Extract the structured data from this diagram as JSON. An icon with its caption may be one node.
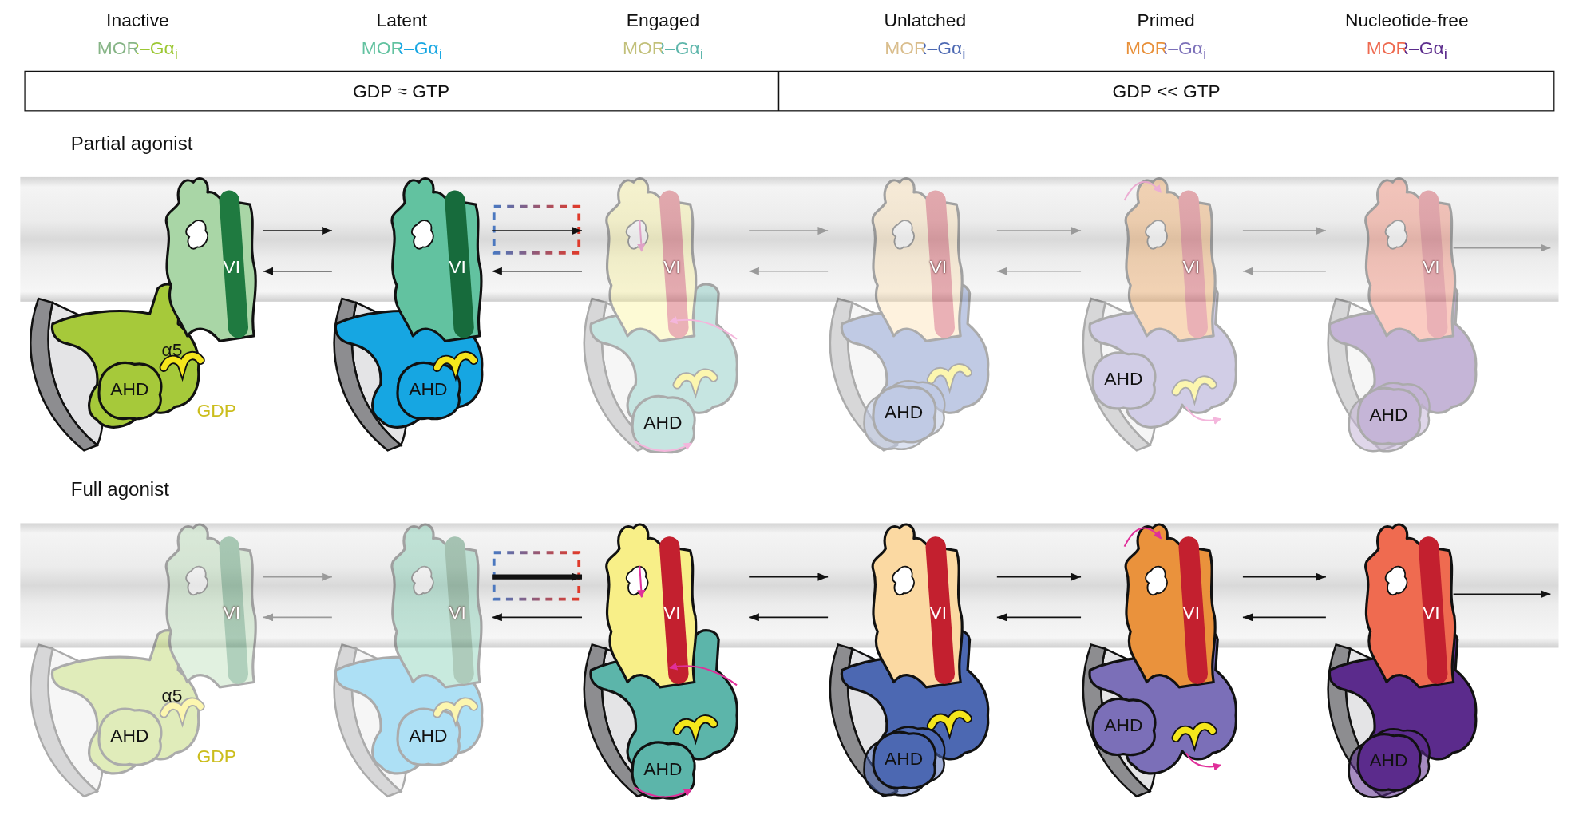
{
  "diagram": {
    "nodes": [
      {
        "text": [
          "GDP ≈ GTP"
        ]
      },
      {
        "text": [
          "GDP << GTP"
        ]
      },
      {
        "text": [
          "VI",
          "α5",
          "AHD",
          "GDP"
        ]
      },
      {
        "text": [
          "VI",
          "AHD"
        ]
      },
      {
        "text": [
          "VI",
          "AHD"
        ]
      },
      {
        "text": [
          "VI",
          "AHD"
        ]
      },
      {
        "text": [
          "VI",
          "AHD"
        ]
      },
      {
        "text": [
          "VI",
          "AHD"
        ]
      },
      {
        "text": [
          "VI",
          "α5",
          "AHD",
          "GDP"
        ]
      },
      {
        "text": [
          "VI",
          "AHD"
        ]
      },
      {
        "text": [
          "VI",
          "AHD"
        ]
      },
      {
        "text": [
          "VI",
          "AHD"
        ]
      },
      {
        "text": [
          "VI",
          "AHD"
        ]
      },
      {
        "text": [
          "VI",
          "AHD"
        ]
      }
    ],
    "edges": [
      {
        "from": 2,
        "to": 3,
        "arrow": "to"
      },
      {
        "from": 3,
        "to": 2,
        "arrow": "to"
      },
      {
        "from": 3,
        "to": 4,
        "arrow": "to"
      },
      {
        "from": 4,
        "to": 3,
        "arrow": "to"
      },
      {
        "from": 4,
        "to": 5,
        "arrow": "to",
        "color": "#9a9a9a"
      },
      {
        "from": 5,
        "to": 4,
        "arrow": "to",
        "color": "#9a9a9a"
      },
      {
        "from": 5,
        "to": 6,
        "arrow": "to",
        "color": "#9a9a9a"
      },
      {
        "from": 6,
        "to": 5,
        "arrow": "to",
        "color": "#9a9a9a"
      },
      {
        "from": 6,
        "to": 7,
        "arrow": "to",
        "color": "#9a9a9a"
      },
      {
        "from": 7,
        "to": 6,
        "arrow": "to",
        "color": "#9a9a9a"
      },
      {
        "from": 7,
        "to": null,
        "arrow": "to",
        "color": "#9a9a9a"
      },
      {
        "from": 8,
        "to": 9,
        "arrow": "to",
        "color": "#9a9a9a"
      },
      {
        "from": 9,
        "to": 8,
        "arrow": "to",
        "color": "#9a9a9a"
      },
      {
        "from": 9,
        "to": 10,
        "arrow": "to",
        "style": "thick"
      },
      {
        "from": 10,
        "to": 9,
        "arrow": "to"
      },
      {
        "from": 10,
        "to": 11,
        "arrow": "to"
      },
      {
        "from": 11,
        "to": 10,
        "arrow": "to"
      },
      {
        "from": 11,
        "to": 12,
        "arrow": "to"
      },
      {
        "from": 12,
        "to": 11,
        "arrow": "to"
      },
      {
        "from": 12,
        "to": 13,
        "arrow": "to"
      },
      {
        "from": 13,
        "to": 12,
        "arrow": "to"
      },
      {
        "from": 13,
        "to": null,
        "arrow": "to"
      }
    ],
    "labels": [
      "Inactive",
      "MOR–Gα$_{i}$",
      "Latent",
      "MOR–Gα$_{i}$",
      "Engaged",
      "MOR–Gα$_{i}$",
      "Unlatched",
      "MOR–Gα$_{i}$",
      "Primed",
      "MOR–Gα$_{i}$",
      "Nucleotide-free",
      "MOR–Gα$_{i}$",
      "Partial agonist",
      "Full agonist"
    ]
  }
}
